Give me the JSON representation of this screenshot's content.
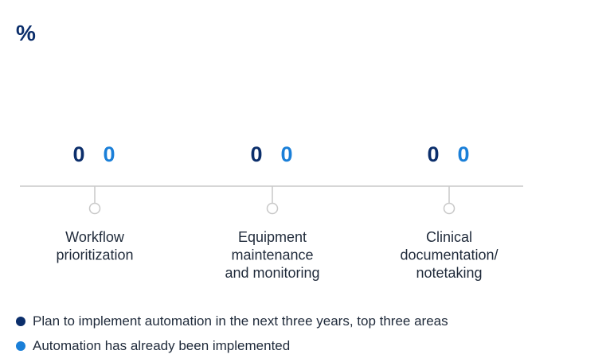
{
  "chart_data": {
    "type": "bar",
    "unit_label": "%",
    "categories": [
      [
        "Workflow",
        "prioritization"
      ],
      [
        "Equipment",
        "maintenance",
        "and monitoring"
      ],
      [
        "Clinical",
        "documentation/",
        "notetaking"
      ]
    ],
    "series": [
      {
        "name": "Plan to implement automation in the next three years, top three areas",
        "values": [
          0,
          0,
          0
        ],
        "color": "#0b2e6b"
      },
      {
        "name": "Automation has already been implemented",
        "values": [
          0,
          0,
          0
        ],
        "color": "#1a7fd8"
      }
    ],
    "colors": {
      "axis": "#c8c8c8",
      "label_text": "#1f2a3a"
    }
  }
}
